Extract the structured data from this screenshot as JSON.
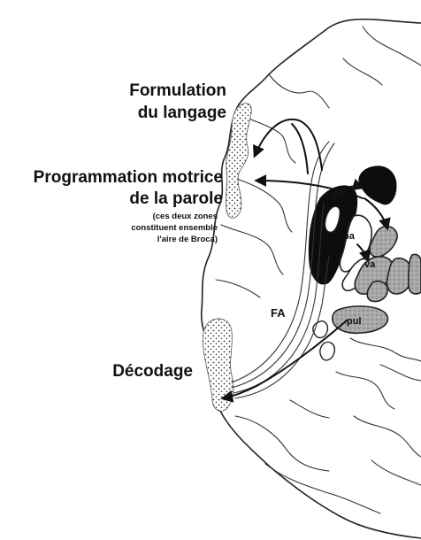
{
  "labels": {
    "formulation_line1": "Formulation",
    "formulation_line2": "du langage",
    "programmation_line1": "Programmation motrice",
    "programmation_line2": "de la parole",
    "note_line1": "(ces deux zones",
    "note_line2": "constituent ensemble",
    "note_line3": "l'aire de Broca)",
    "decodage": "Décodage",
    "fa": "FA",
    "pa": "pa",
    "va": "va",
    "pul": "pul"
  },
  "icons": {
    "arrowhead": "arrowhead-icon"
  }
}
